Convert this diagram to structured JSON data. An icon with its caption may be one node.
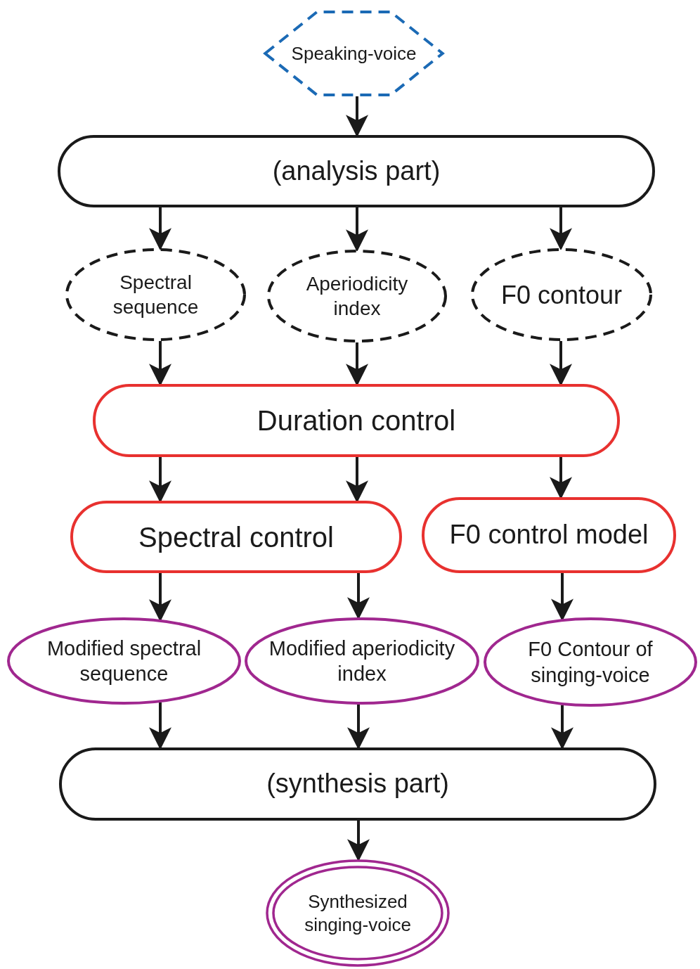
{
  "diagram": {
    "nodes": [
      {
        "text": [
          "Speaking-voice"
        ]
      },
      {
        "text": [
          "(analysis part)"
        ]
      },
      {
        "text": [
          "Spectral sequence"
        ]
      },
      {
        "text": [
          "Aperiodicity index"
        ]
      },
      {
        "text": [
          "F0 contour"
        ]
      },
      {
        "text": [
          "Duration control"
        ]
      },
      {
        "text": [
          "Spectral control"
        ]
      },
      {
        "text": [
          "F0 control model"
        ]
      },
      {
        "text": [
          "Modified spectral sequence"
        ]
      },
      {
        "text": [
          "Modified aperiodicity index"
        ]
      },
      {
        "text": [
          "F0 Contour of singing-voice"
        ]
      },
      {
        "text": [
          "(synthesis part)"
        ]
      },
      {
        "text": [
          "Synthesized singing-voice"
        ]
      }
    ],
    "edges": [
      {
        "from": 0,
        "to": 1,
        "arrow": "to"
      },
      {
        "from": 1,
        "to": 2,
        "arrow": "to"
      },
      {
        "from": 1,
        "to": 3,
        "arrow": "to"
      },
      {
        "from": 1,
        "to": 4,
        "arrow": "to"
      },
      {
        "from": 2,
        "to": 5,
        "arrow": "to"
      },
      {
        "from": 3,
        "to": 5,
        "arrow": "to"
      },
      {
        "from": 4,
        "to": 5,
        "arrow": "to"
      },
      {
        "from": 5,
        "to": 6,
        "arrow": "to"
      },
      {
        "from": 5,
        "to": 6,
        "arrow": "to"
      },
      {
        "from": 5,
        "to": 7,
        "arrow": "to"
      },
      {
        "from": 6,
        "to": 8,
        "arrow": "to"
      },
      {
        "from": 6,
        "to": 9,
        "arrow": "to"
      },
      {
        "from": 7,
        "to": 10,
        "arrow": "to"
      },
      {
        "from": 8,
        "to": 11,
        "arrow": "to"
      },
      {
        "from": 9,
        "to": 11,
        "arrow": "to"
      },
      {
        "from": 10,
        "to": 11,
        "arrow": "to"
      },
      {
        "from": 11,
        "to": 12,
        "arrow": "to"
      }
    ]
  }
}
